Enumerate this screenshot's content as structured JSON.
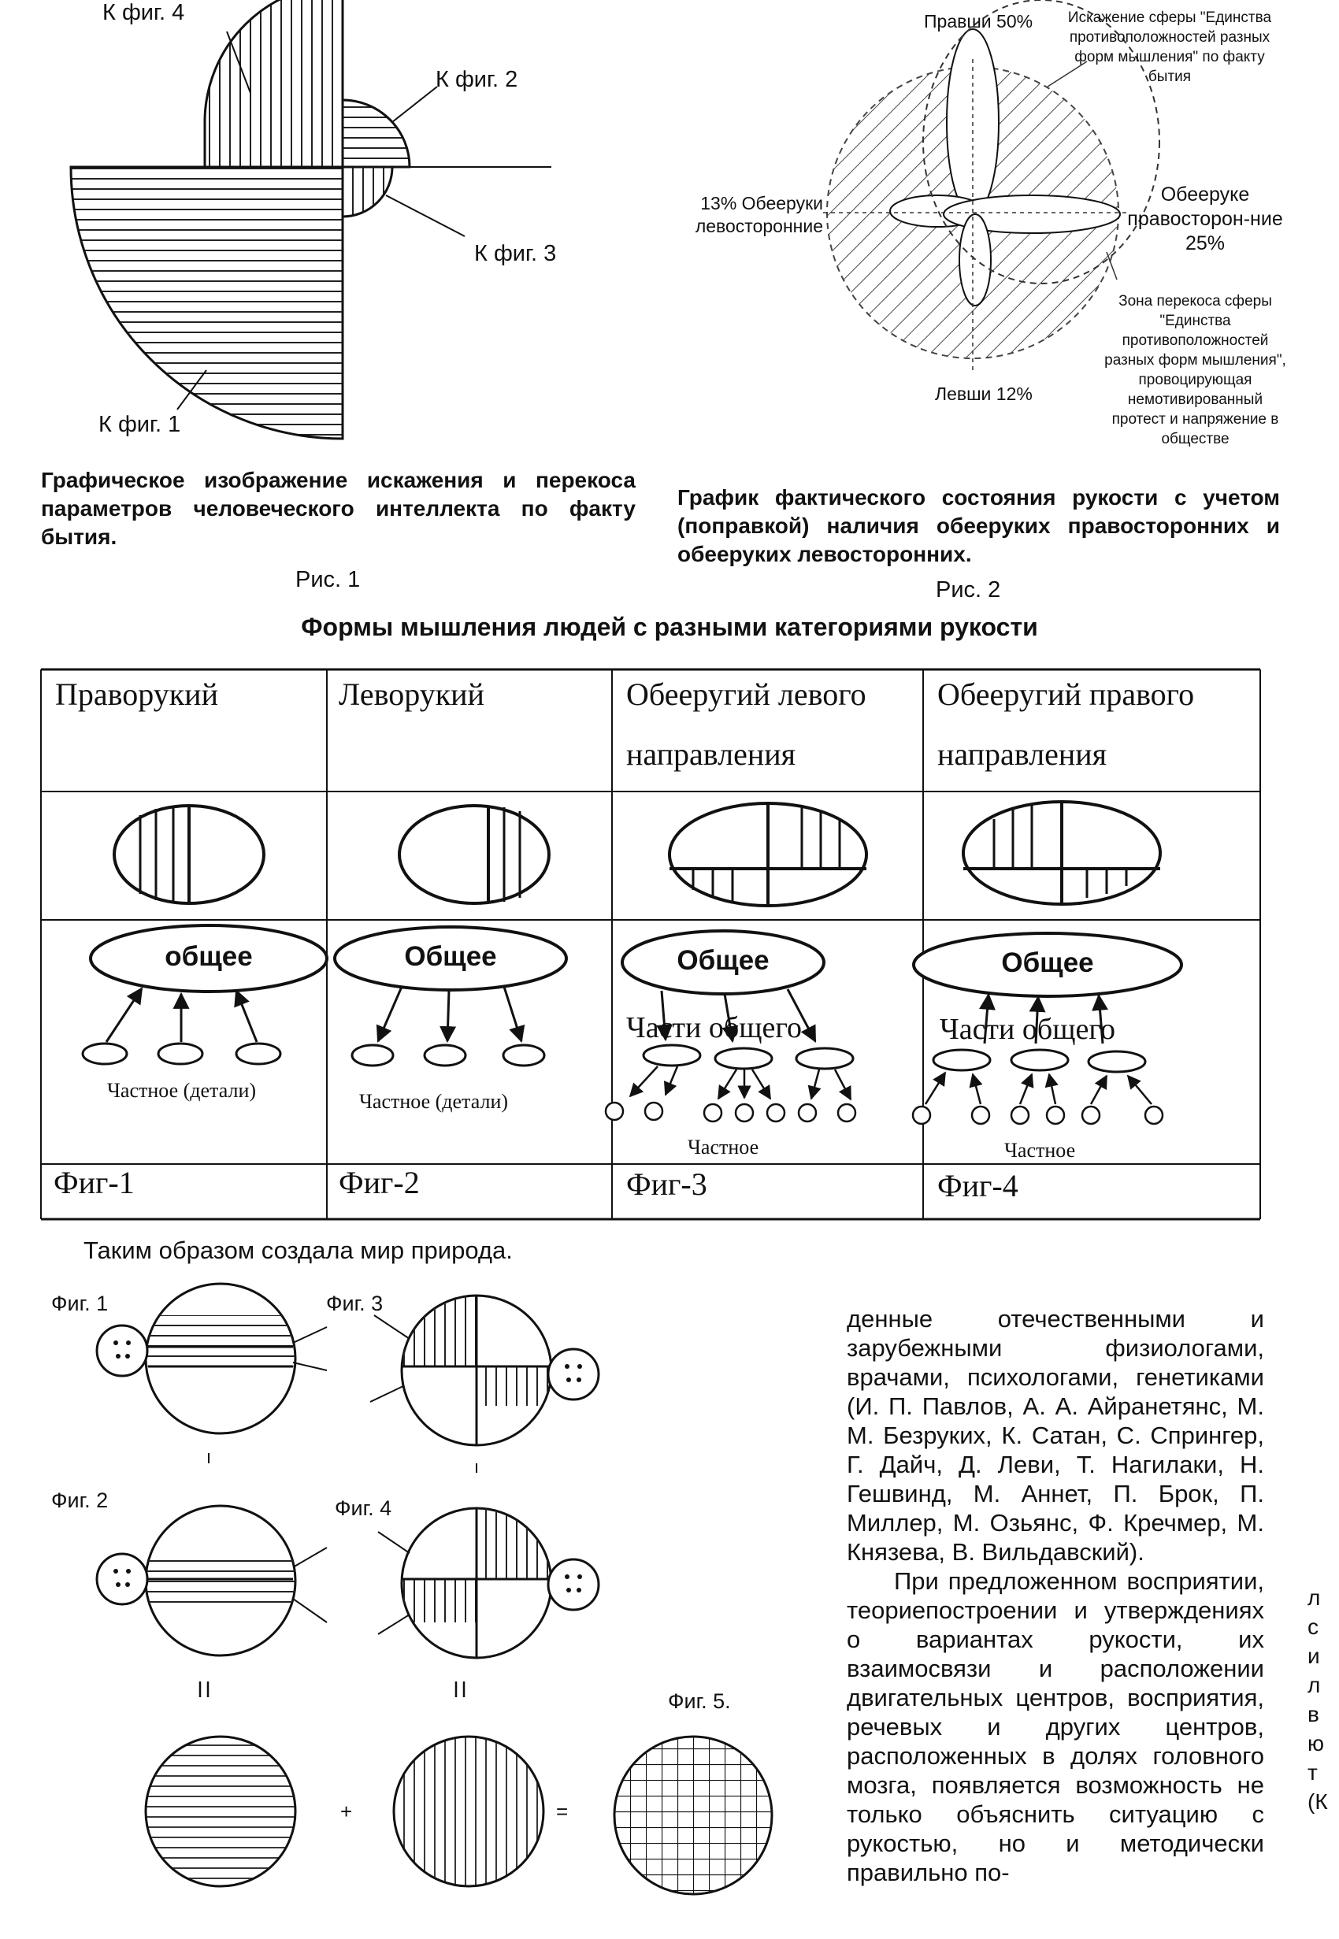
{
  "fig1": {
    "label_fig4": "К фиг. 4",
    "label_fig2": "К фиг. 2",
    "label_fig3": "К фиг. 3",
    "label_fig1": "К фиг. 1",
    "caption": "Графическое изображение искажения и перекоса параметров человеческого интеллекта по факту бытия.",
    "number": "Рис. 1"
  },
  "fig2": {
    "right_handed": "Правши 50%",
    "distortion_note": "Искажение сферы \"Единства противоположностей разных форм мышления\" по факту бытия",
    "ambi_left": "13% Обееруки левосторонние",
    "ambi_right": "Обееруке правосторон-ние 25%",
    "zone_note": "Зона перекоса сферы \"Единства противоположностей разных форм мышления\", провоцирующая немотивированный протест и напряжение в обществе",
    "left_handed": "Левши 12%",
    "caption": "График фактического состояния рукости с учетом (поправкой) наличия обееруких правосторонних и обееруких левосторонних.",
    "number": "Рис. 2"
  },
  "table": {
    "title": "Формы мышления людей с разными категориями рукости",
    "headers": [
      "Праворукий",
      "Леворукий",
      "Обееругий левого направления",
      "Обееругий правого направления"
    ],
    "general": [
      "общее",
      "Общее",
      "Общее",
      "Общее"
    ],
    "parts_label": "Части общего",
    "particular_details": "Частное (детали)",
    "particular": "Частное",
    "figs": [
      "Фиг-1",
      "Фиг-2",
      "Фиг-3",
      "Фиг-4"
    ]
  },
  "thus_text": "Таким образом создала мир природа.",
  "small_figs": {
    "f1": "Фиг. 1",
    "f2": "Фиг. 2",
    "f3": "Фиг. 3",
    "f4": "Фиг. 4",
    "f5": "Фиг. 5.",
    "plus": "+",
    "equals": "="
  },
  "body_text": {
    "p1": "денные отечественными и зарубежными физиологами, врачами, психологами, генетиками (И. П. Павлов, А. А. Айранетянс, М. М. Безруких, К. Сатан, С. Спрингер, Г. Дайч, Д. Леви, Т. Нагилаки, Н. Гешвинд, М. Аннет, П. Брок, П. Миллер, М. Озьянс, Ф. Кречмер, М. Князева, В. Вильдавский).",
    "p2": "При предложенном восприятии, теориепостроении и утверждениях о вариантах рукости, их взаимосвязи и расположении двигательных центров, восприятия, речевых и других центров, расположенных в долях головного мозга, появляется возможность не только объяснить ситуацию с рукостью, но и методически правильно по-"
  },
  "right_margin_fragments": [
    "л",
    "с",
    "и",
    "л",
    "в",
    "ю",
    "т",
    "(К"
  ]
}
